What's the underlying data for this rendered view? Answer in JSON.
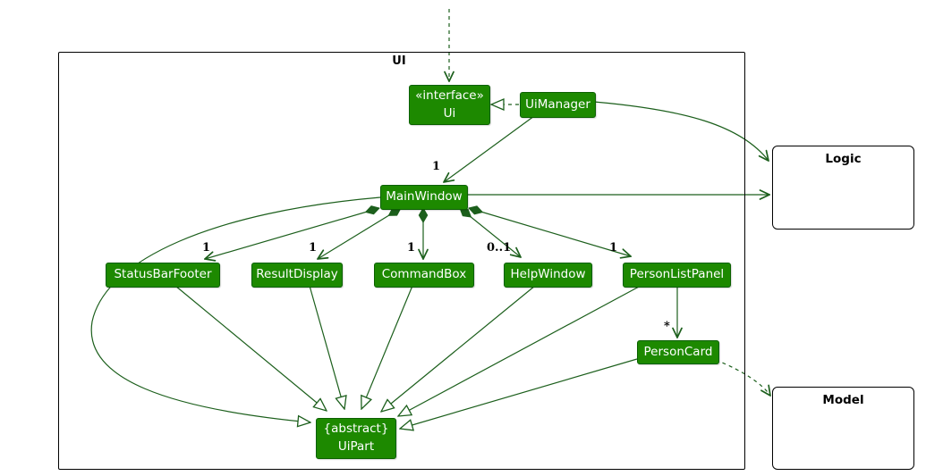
{
  "diagram": {
    "frame_label": "UI",
    "nodes": {
      "ui_interface": {
        "stereotype": "«interface»",
        "name": "Ui"
      },
      "ui_manager": {
        "name": "UiManager"
      },
      "main_window": {
        "name": "MainWindow"
      },
      "status_bar_footer": {
        "name": "StatusBarFooter"
      },
      "result_display": {
        "name": "ResultDisplay"
      },
      "command_box": {
        "name": "CommandBox"
      },
      "help_window": {
        "name": "HelpWindow"
      },
      "person_list_panel": {
        "name": "PersonListPanel"
      },
      "person_card": {
        "name": "PersonCard"
      },
      "ui_part": {
        "stereotype": "{abstract}",
        "name": "UiPart"
      },
      "logic": {
        "name": "Logic"
      },
      "model": {
        "name": "Model"
      }
    },
    "relationships": [
      {
        "from": "",
        "to": "Ui",
        "type": "dependency-dashed-arrow",
        "label": ""
      },
      {
        "from": "UiManager",
        "to": "Ui",
        "type": "realization",
        "label": ""
      },
      {
        "from": "UiManager",
        "to": "MainWindow",
        "type": "association",
        "label": "1"
      },
      {
        "from": "MainWindow",
        "to": "Logic",
        "type": "association",
        "label": ""
      },
      {
        "from": "UiManager",
        "to": "Logic",
        "type": "association",
        "label": ""
      },
      {
        "from": "MainWindow",
        "to": "StatusBarFooter",
        "type": "composition",
        "label": "1"
      },
      {
        "from": "MainWindow",
        "to": "ResultDisplay",
        "type": "composition",
        "label": "1"
      },
      {
        "from": "MainWindow",
        "to": "CommandBox",
        "type": "composition",
        "label": "1"
      },
      {
        "from": "MainWindow",
        "to": "HelpWindow",
        "type": "composition",
        "label": "0..1"
      },
      {
        "from": "MainWindow",
        "to": "PersonListPanel",
        "type": "composition",
        "label": "1"
      },
      {
        "from": "PersonListPanel",
        "to": "PersonCard",
        "type": "association",
        "label": "*"
      },
      {
        "from": "MainWindow",
        "to": "UiPart",
        "type": "generalization",
        "label": ""
      },
      {
        "from": "StatusBarFooter",
        "to": "UiPart",
        "type": "generalization",
        "label": ""
      },
      {
        "from": "ResultDisplay",
        "to": "UiPart",
        "type": "generalization",
        "label": ""
      },
      {
        "from": "CommandBox",
        "to": "UiPart",
        "type": "generalization",
        "label": ""
      },
      {
        "from": "HelpWindow",
        "to": "UiPart",
        "type": "generalization",
        "label": ""
      },
      {
        "from": "PersonListPanel",
        "to": "UiPart",
        "type": "generalization",
        "label": ""
      },
      {
        "from": "PersonCard",
        "to": "UiPart",
        "type": "generalization",
        "label": ""
      },
      {
        "from": "PersonCard",
        "to": "Model",
        "type": "dependency-dashed-arrow",
        "label": ""
      }
    ],
    "colors": {
      "node_fill": "#1D8900",
      "node_border": "#0B6000",
      "node_text": "#FFFFFF",
      "edge": "#1C5F1C",
      "frame_border": "#000000",
      "label_text": "#000000",
      "background": "#FFFFFF"
    }
  }
}
